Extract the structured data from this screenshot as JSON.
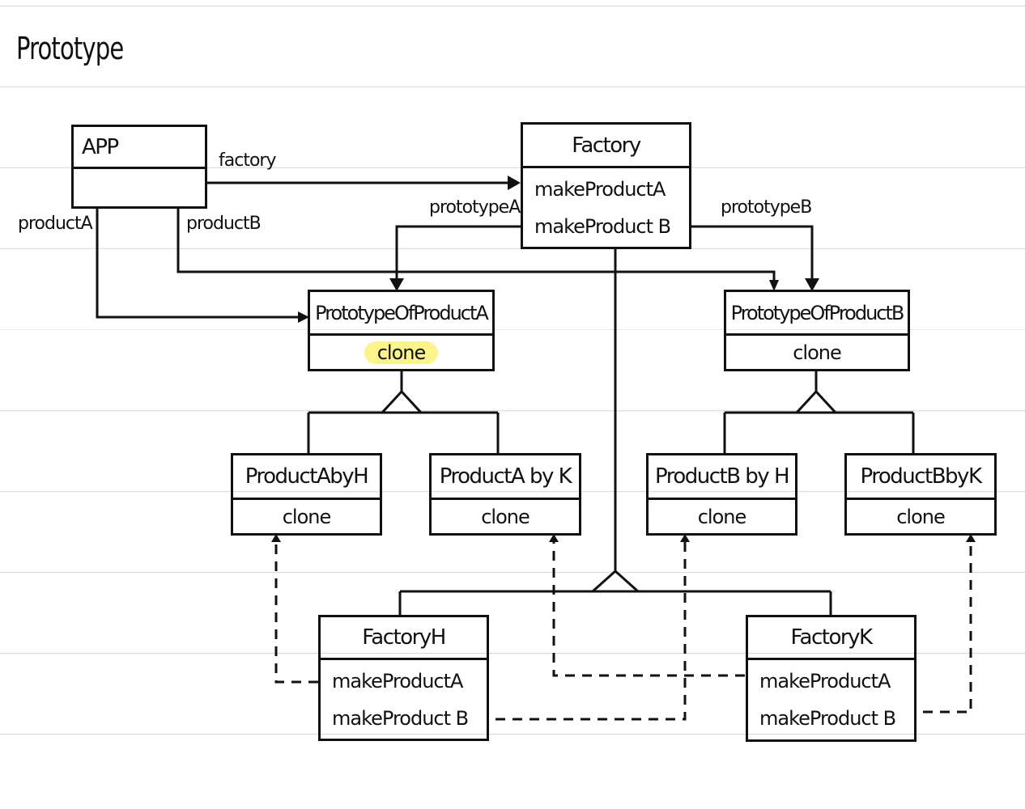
{
  "title": "Prototype",
  "classes": {
    "app": {
      "name": "APP"
    },
    "factory": {
      "name": "Factory",
      "ops": [
        "makeProductA",
        "makeProduct B"
      ]
    },
    "proto_a": {
      "name": "PrototypeOfProductA",
      "op": "clone"
    },
    "proto_b": {
      "name": "PrototypeOfProductB",
      "op": "clone"
    },
    "product_a_h": {
      "name": "ProductAbyH",
      "op": "clone"
    },
    "product_a_k": {
      "name": "ProductA by K",
      "op": "clone"
    },
    "product_b_h": {
      "name": "ProductB by H",
      "op": "clone"
    },
    "product_b_k": {
      "name": "ProductBbyK",
      "op": "clone"
    },
    "factory_h": {
      "name": "FactoryH",
      "ops": [
        "makeProductA",
        "makeProduct B"
      ]
    },
    "factory_k": {
      "name": "FactoryK",
      "ops": [
        "makeProductA",
        "makeProduct B"
      ]
    }
  },
  "labels": {
    "factory": "factory",
    "product_a": "productA",
    "product_b": "productB",
    "prototype_a": "prototypeA",
    "prototype_b": "prototypeB"
  },
  "highlight_color": "#fbf48a"
}
